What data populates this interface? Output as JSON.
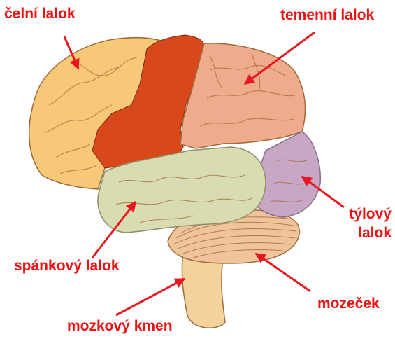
{
  "labels": {
    "frontal": "čelní lalok",
    "parietal": "temenní lalok",
    "occipital_line1": "týlový",
    "occipital_line2": "lalok",
    "temporal": "spánkový lalok",
    "cerebellum": "mozeček",
    "brainstem": "mozkový kmen"
  },
  "colors": {
    "label_text": "#ee1111",
    "arrow": "#e8171f",
    "frontal_lobe": "#f6c878",
    "motor_strip": "#d8481a",
    "parietal_lobe": "#eeac8c",
    "occipital_lobe": "#c7a7c4",
    "temporal_lobe": "#d8dcb0",
    "cerebellum": "#f0c49a",
    "brainstem": "#f3d29c",
    "gyri_lines": "#a06a3a"
  }
}
